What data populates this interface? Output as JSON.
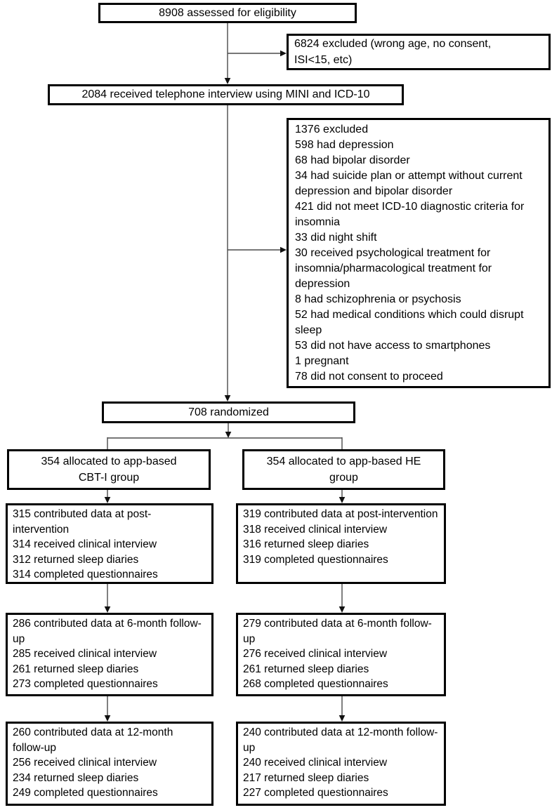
{
  "figure": {
    "type": "participant-flow-diagram",
    "colors": {
      "box_border": "#000000",
      "connector": "#4a4a4a",
      "arrowhead": "#111111",
      "background": "#ffffff",
      "text": "#000000"
    }
  },
  "boxes": {
    "assessed": {
      "label": "8908 assessed for eligibility"
    },
    "excluded_screening": {
      "lines": [
        "6824 excluded (wrong age, no consent,",
        "ISI<15, etc)"
      ]
    },
    "telephone_interview": {
      "label": "2084 received telephone interview using MINI and ICD-10"
    },
    "excluded_interview": {
      "lines": [
        "1376 excluded",
        "598 had depression",
        "68 had bipolar disorder",
        "34 had suicide plan or attempt without current depression and bipolar disorder",
        "421 did not meet ICD-10 diagnostic criteria for insomnia",
        "33 did night shift",
        "30 received psychological treatment for insomnia/pharmacological treatment for depression",
        "8 had schizophrenia or psychosis",
        "52 had medical conditions which could disrupt sleep",
        "53 did not have access to smartphones",
        "1 pregnant",
        "78 did not consent to proceed"
      ]
    },
    "randomized": {
      "label": "708 randomized"
    },
    "allocated_cbti": {
      "lines": [
        "354 allocated to app-based",
        "CBT-I group"
      ]
    },
    "allocated_he": {
      "lines": [
        "354 allocated to app-based HE",
        "group"
      ]
    },
    "cbti_post": {
      "lines": [
        "315 contributed data at post-intervention",
        "314 received clinical interview",
        "312 returned sleep diaries",
        "314 completed questionnaires"
      ]
    },
    "he_post": {
      "lines": [
        "319 contributed data at post-intervention",
        "318 received clinical interview",
        "316 returned sleep diaries",
        "319 completed questionnaires"
      ]
    },
    "cbti_6month": {
      "lines": [
        "286 contributed data at 6-month follow-up",
        "285 received clinical interview",
        "261 returned sleep diaries",
        "273 completed questionnaires"
      ]
    },
    "he_6month": {
      "lines": [
        "279 contributed data at 6-month follow-up",
        "276 received clinical interview",
        "261 returned sleep diaries",
        "268 completed questionnaires"
      ]
    },
    "cbti_12month": {
      "lines": [
        "260 contributed data at 12-month follow-up",
        "256 received clinical interview",
        "234 returned sleep diaries",
        "249 completed questionnaires"
      ]
    },
    "he_12month": {
      "lines": [
        "240 contributed data at 12-month follow-up",
        "240 received clinical interview",
        "217 returned sleep diaries",
        "227 completed questionnaires"
      ]
    }
  }
}
